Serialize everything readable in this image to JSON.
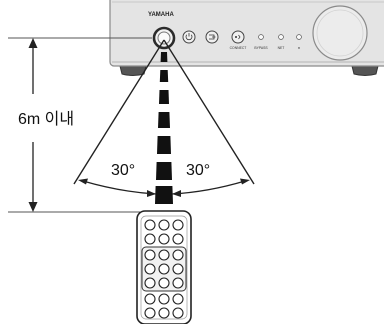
{
  "brand": "YAMAHA",
  "distance_label": "6m 이내",
  "angle_left": "30°",
  "angle_right": "30°",
  "front_panel": {
    "button_labels": [
      "CONNECT",
      "BYPASS",
      "NET"
    ],
    "bluetooth_symbol": "ʙ"
  },
  "colors": {
    "panel": "#e4e4e4",
    "panel_edge": "#8a8a8a",
    "line": "#222222",
    "sensor_highlight": "#2b2b2b"
  }
}
